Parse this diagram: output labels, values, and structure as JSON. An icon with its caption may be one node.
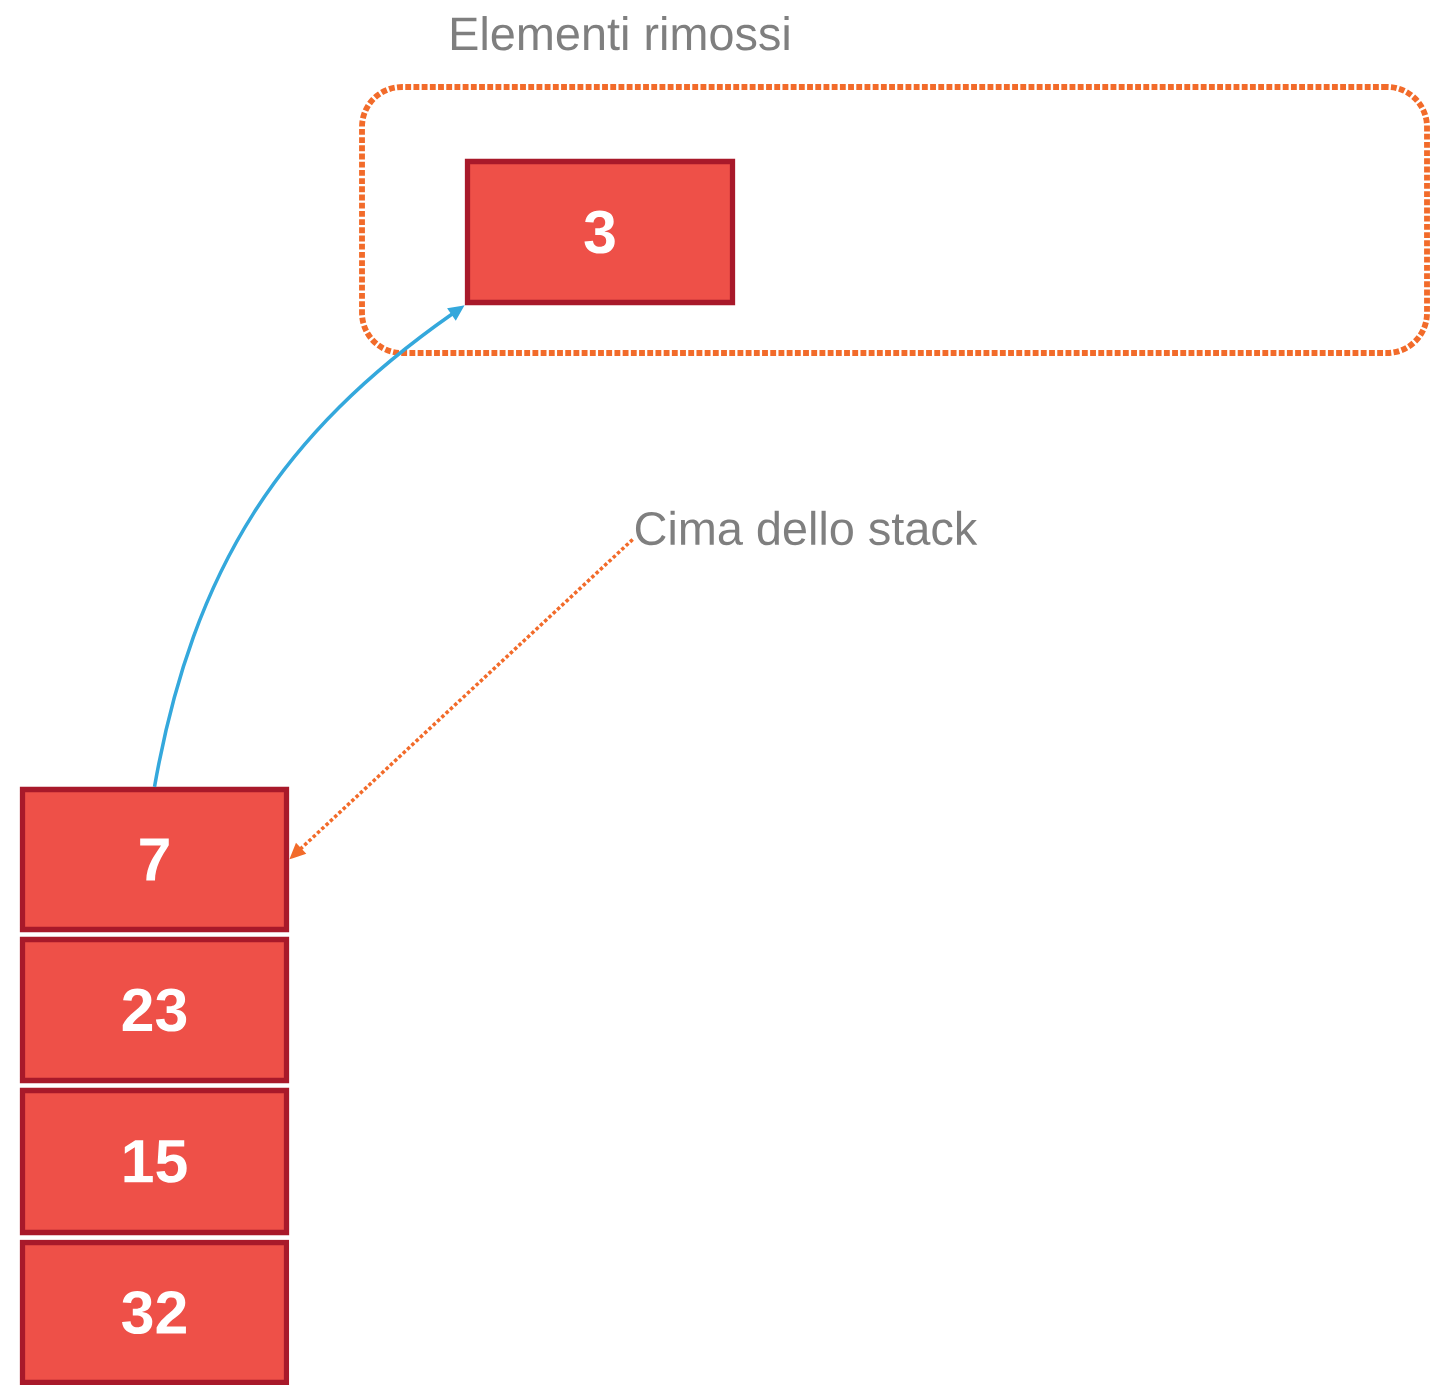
{
  "diagram": {
    "nodes": [
      {
        "text": [
          "Elementi rimossi"
        ]
      },
      {
        "text": [
          "3"
        ],
        "in": 0
      },
      {
        "text": [
          "Cima dello stack"
        ]
      },
      {
        "text": [
          "7"
        ]
      },
      {
        "text": [
          "23"
        ]
      },
      {
        "text": [
          "15"
        ]
      },
      {
        "text": [
          "32"
        ]
      }
    ],
    "edges": [
      {
        "from": 3,
        "to": 1,
        "arrow": "to",
        "color": "#34a8dc"
      },
      {
        "from": 2,
        "to": 3,
        "arrow": "to",
        "style": "dashed",
        "color": "#f26b2a"
      }
    ]
  }
}
